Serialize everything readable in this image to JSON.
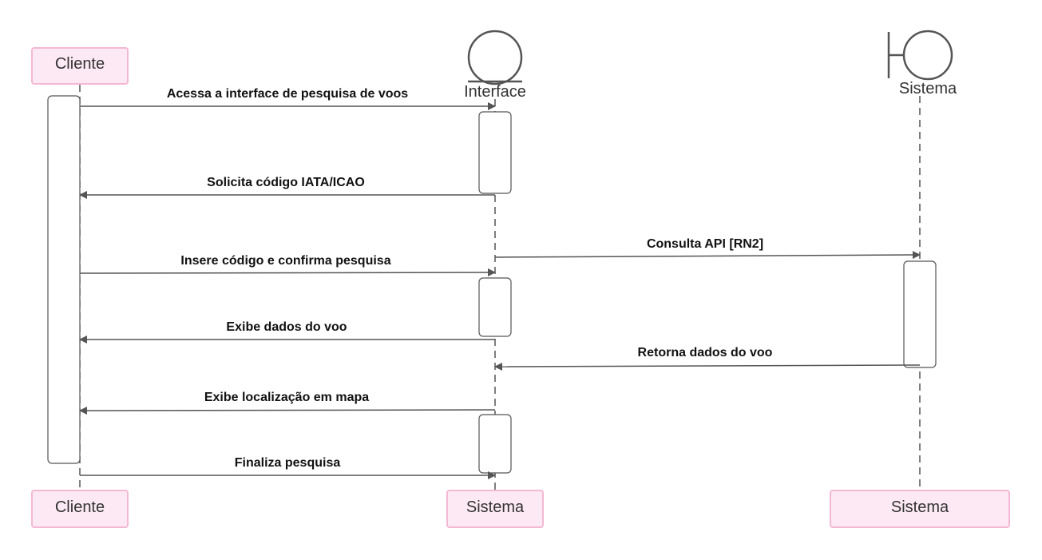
{
  "participants": {
    "cliente_top": "Cliente",
    "interface_top": "Interface",
    "sistema_top": "Sistema",
    "cliente_bottom": "Cliente",
    "interface_bottom": "Sistema",
    "sistema_bottom": "Sistema"
  },
  "messages": [
    {
      "label": "Acessa a interface de pesquisa de voos",
      "from": "cliente",
      "to": "interface"
    },
    {
      "label": "Solicita código IATA/ICAO",
      "from": "interface",
      "to": "cliente"
    },
    {
      "label": "Consulta API [RN2]",
      "from": "interface",
      "to": "sistema"
    },
    {
      "label": "Insere código e confirma pesquisa",
      "from": "cliente",
      "to": "interface"
    },
    {
      "label": "Exibe dados do voo",
      "from": "interface",
      "to": "cliente"
    },
    {
      "label": "Retorna dados do voo",
      "from": "sistema",
      "to": "interface"
    },
    {
      "label": "Exibe localização em mapa",
      "from": "interface",
      "to": "cliente"
    },
    {
      "label": "Finaliza pesquisa",
      "from": "cliente",
      "to": "interface"
    }
  ],
  "icons": {
    "interface": "boundary-entity-icon",
    "sistema": "boundary-icon"
  },
  "colors": {
    "actor_fill": "#fde9f3",
    "actor_border": "#f4b8d4",
    "line": "#555555"
  }
}
